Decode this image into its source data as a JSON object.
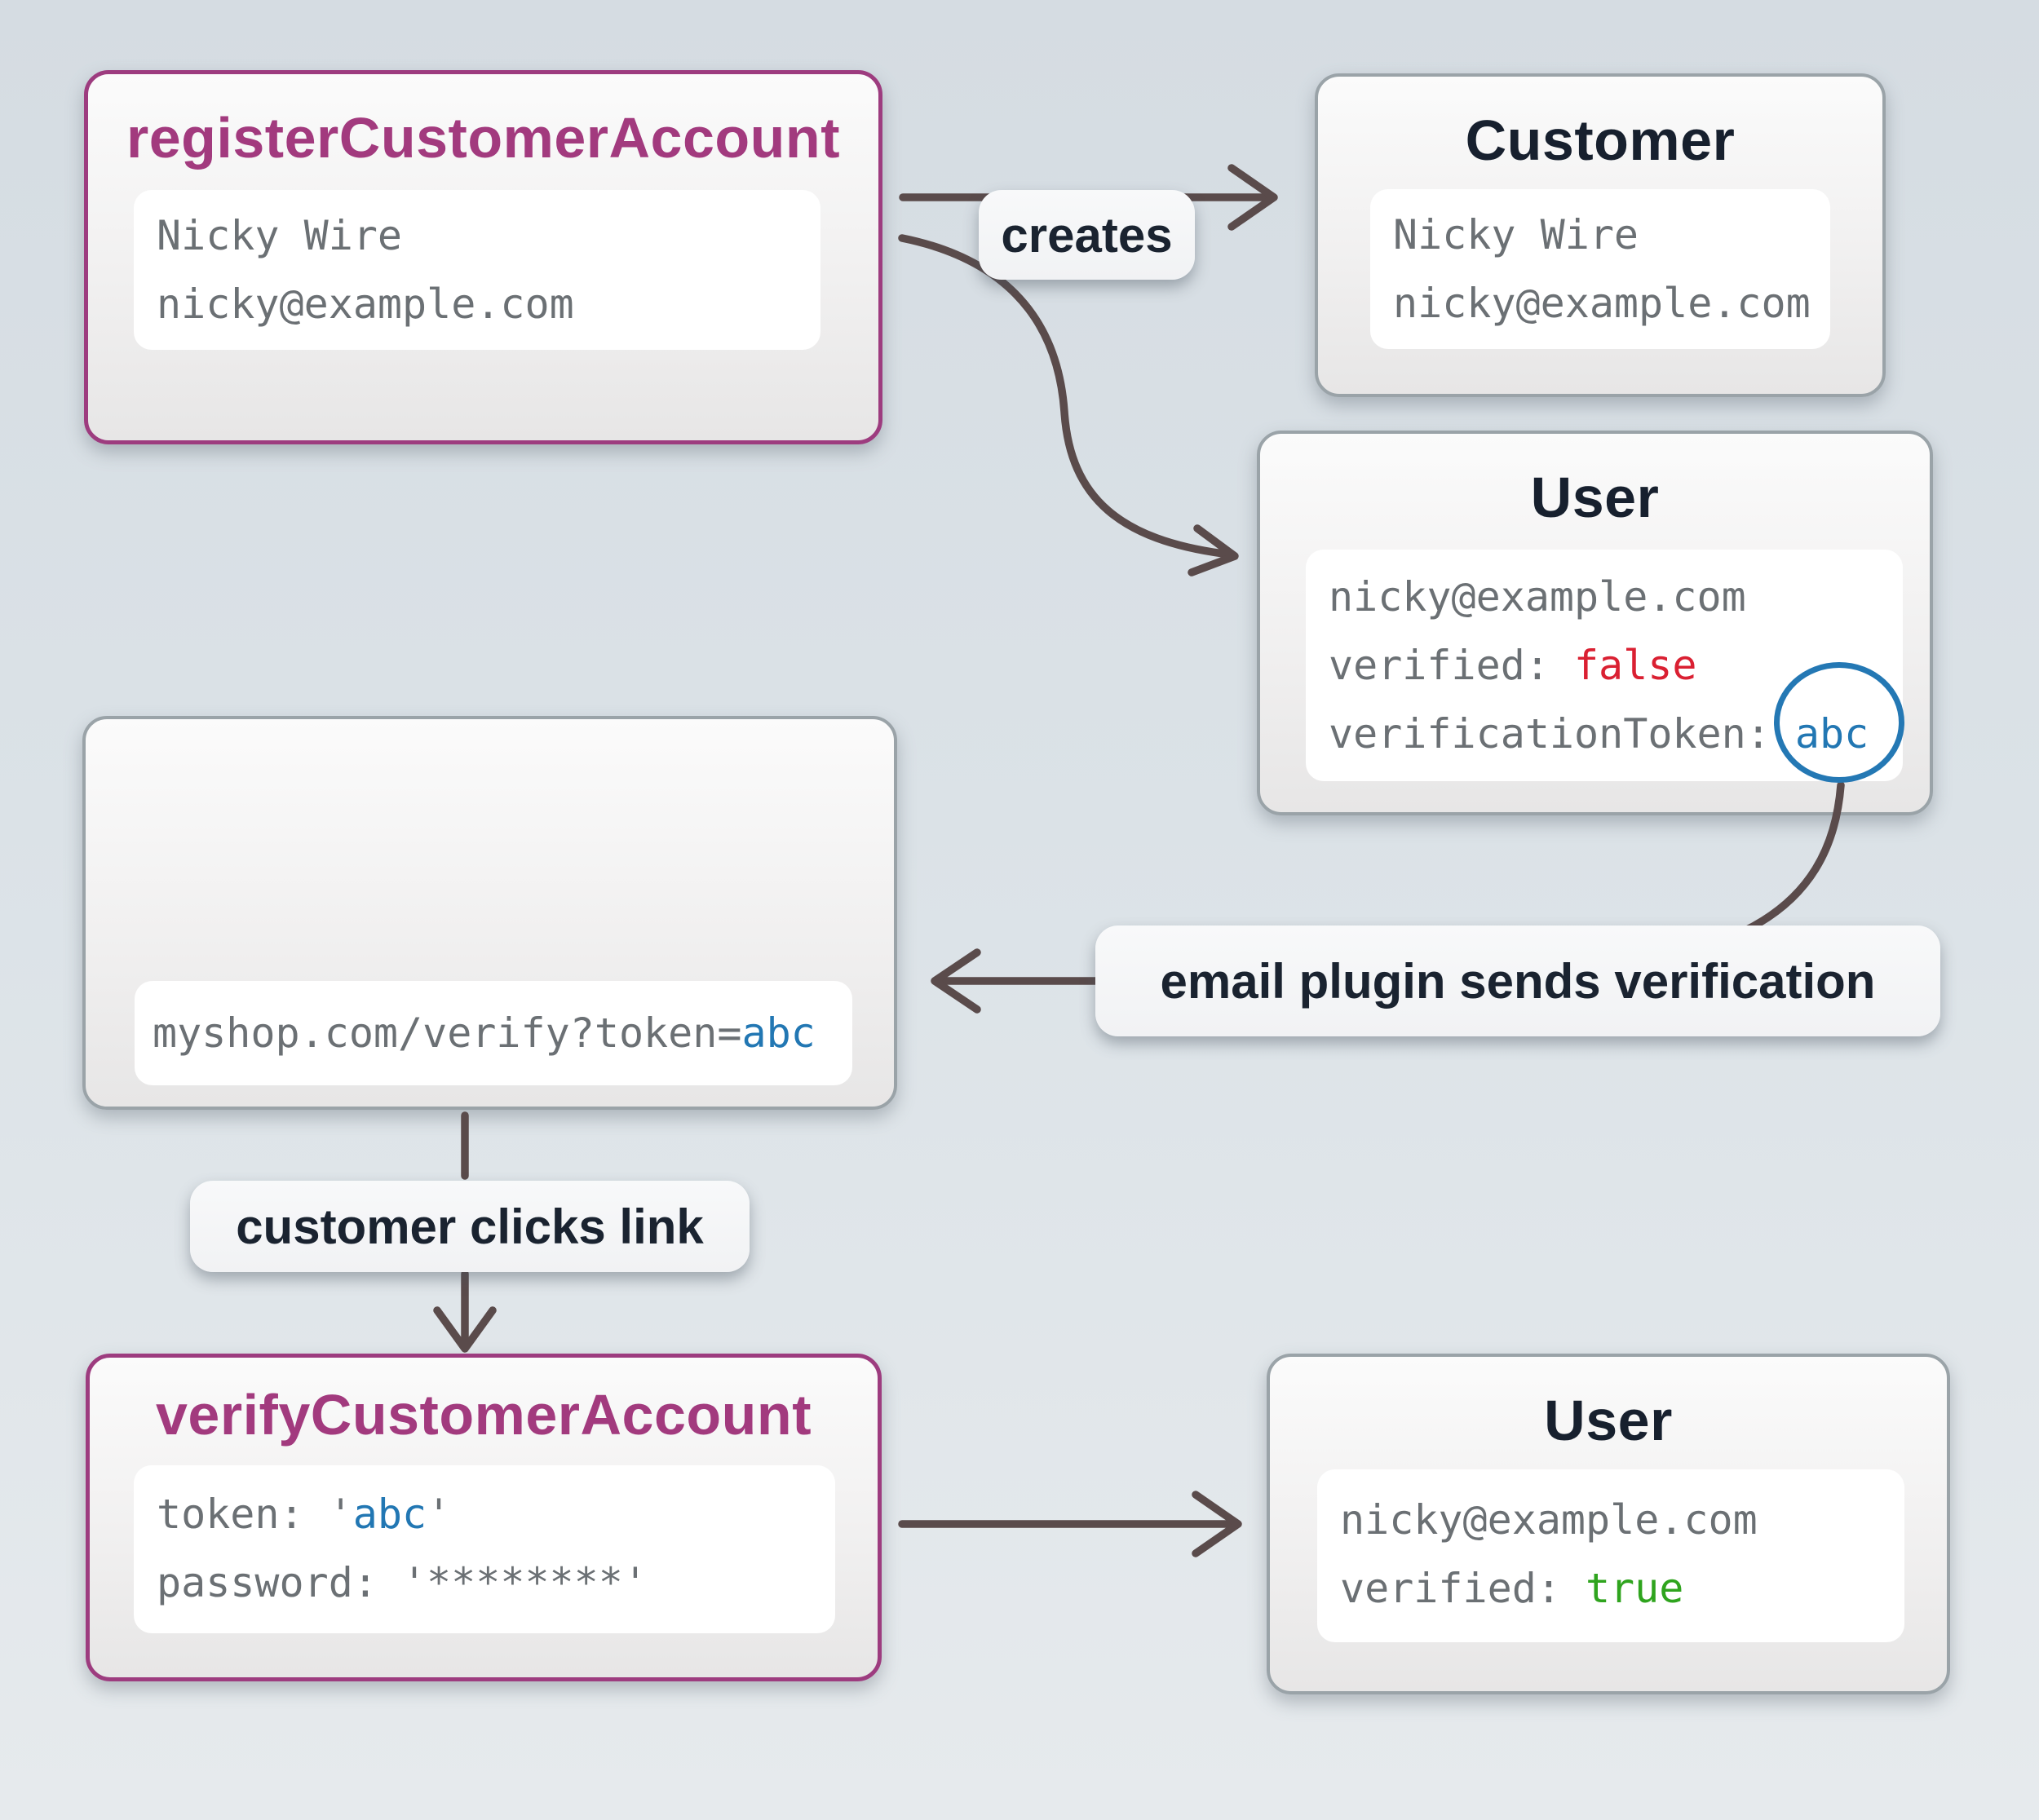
{
  "diagram": {
    "register": {
      "title": "registerCustomerAccount",
      "name": "Nicky Wire",
      "email": "nicky@example.com"
    },
    "customer": {
      "title": "Customer",
      "name": "Nicky Wire",
      "email": "nicky@example.com"
    },
    "user_unverified": {
      "title": "User",
      "email": "nicky@example.com",
      "verified_key": "verified:",
      "verified_val": "false",
      "token_key": "verificationToken:",
      "token_val": "abc"
    },
    "email_message": {
      "url_prefix": "myshop.com/verify?token=",
      "token": "abc"
    },
    "verify": {
      "title": "verifyCustomerAccount",
      "token_key": "token:",
      "quote": "'",
      "token_val": "abc",
      "password_key": "password:",
      "password_val": "'********'"
    },
    "user_verified": {
      "title": "User",
      "email": "nicky@example.com",
      "verified_key": "verified:",
      "verified_val": "true"
    }
  },
  "edge_labels": {
    "creates": "creates",
    "email_plugin": "email plugin sends verification",
    "customer_clicks": "customer clicks link"
  },
  "icons": {
    "mail": "send-email-icon"
  },
  "colors": {
    "action_accent": "#9d3c7f",
    "action_title": "#a23a7e",
    "entity_border": "#9aa3a8",
    "entity_title": "#17202e",
    "mono_text": "#6b7074",
    "value_false_red": "#da2032",
    "value_true_green": "#2fa41e",
    "value_token_blue": "#2277b3",
    "token_circle_blue": "#2478b4",
    "arrow": "#5a4b4b",
    "background": "#dbe2e7"
  }
}
